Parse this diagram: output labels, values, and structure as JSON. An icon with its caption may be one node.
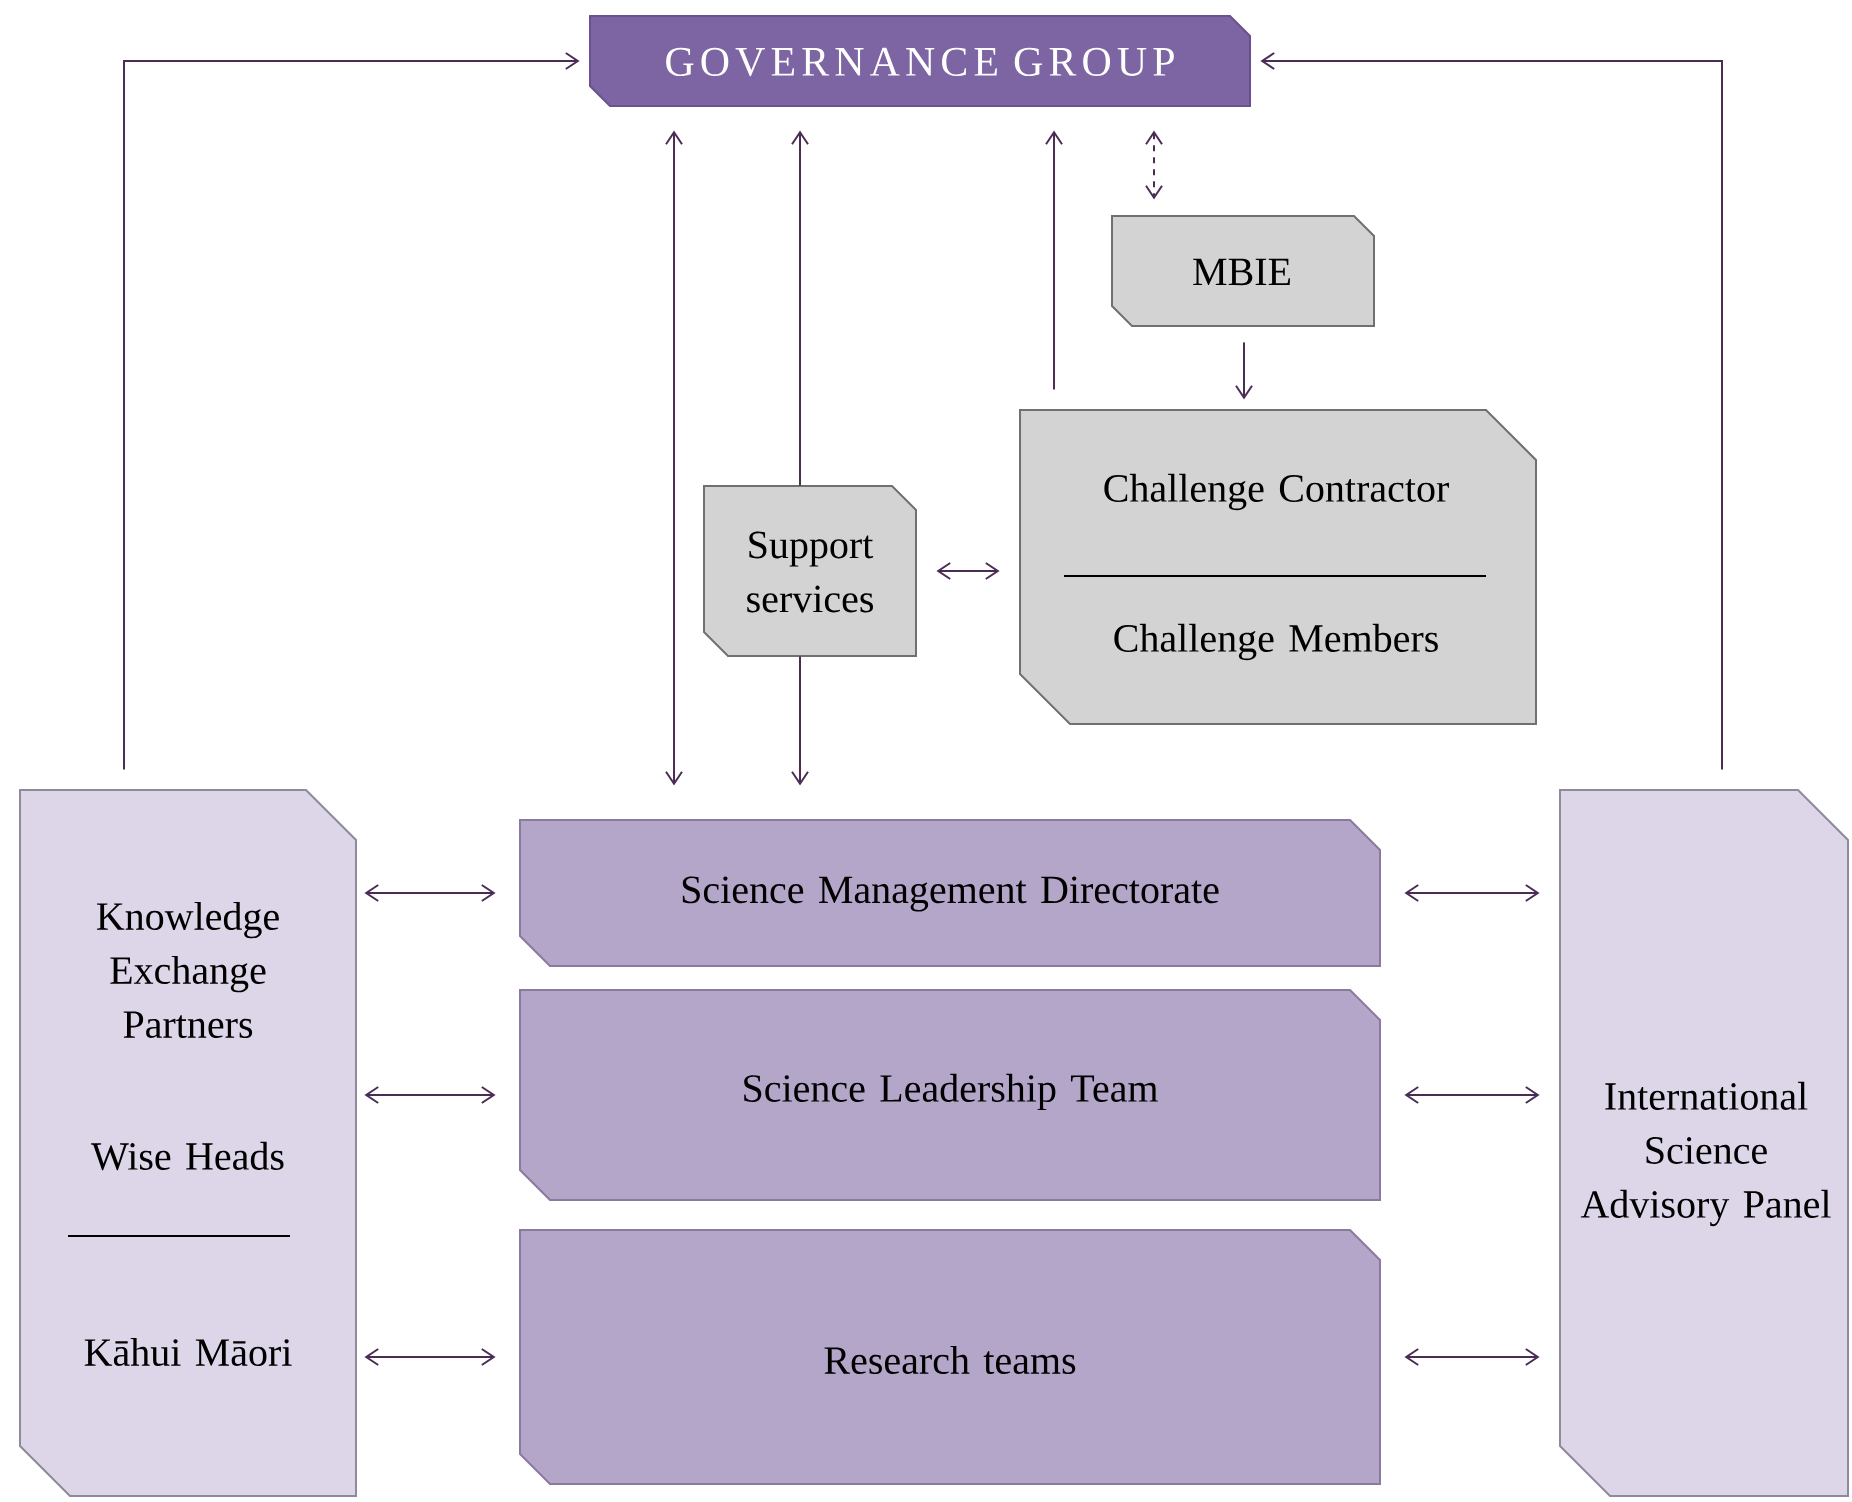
{
  "diagram": {
    "nodes": [
      {
        "text": [
          "GOVERNANCE GROUP"
        ]
      },
      {
        "text": [
          "MBIE"
        ]
      },
      {
        "text": [
          "Support services"
        ]
      },
      {
        "text": [
          "Challenge Contractor",
          "Challenge Members"
        ]
      },
      {
        "text": [
          "Knowledge Exchange Partners",
          "Wise Heads",
          "Kāhui Māori"
        ]
      },
      {
        "text": [
          "Science Management Directorate"
        ]
      },
      {
        "text": [
          "Science Leadership Team"
        ]
      },
      {
        "text": [
          "Research teams"
        ]
      },
      {
        "text": [
          "International Science Advisory Panel"
        ]
      }
    ],
    "edges": [
      {
        "from": 4,
        "to": 0,
        "arrow": "to"
      },
      {
        "from": 8,
        "to": 0,
        "arrow": "to"
      },
      {
        "from": 0,
        "to": 5,
        "arrow": "both"
      },
      {
        "from": 2,
        "to": 0,
        "arrow": "to"
      },
      {
        "from": 2,
        "to": 5,
        "arrow": "to"
      },
      {
        "from": 3,
        "to": 0,
        "arrow": "to"
      },
      {
        "from": 0,
        "to": 1,
        "arrow": "both",
        "style": "dashed"
      },
      {
        "from": 1,
        "to": 3,
        "arrow": "to"
      },
      {
        "from": 2,
        "to": 3,
        "arrow": "both"
      },
      {
        "from": 4,
        "to": 5,
        "arrow": "both"
      },
      {
        "from": 4,
        "to": 6,
        "arrow": "both"
      },
      {
        "from": 4,
        "to": 7,
        "arrow": "both"
      },
      {
        "from": 5,
        "to": 8,
        "arrow": "both"
      },
      {
        "from": 6,
        "to": 8,
        "arrow": "both"
      },
      {
        "from": 7,
        "to": 8,
        "arrow": "both"
      }
    ]
  }
}
